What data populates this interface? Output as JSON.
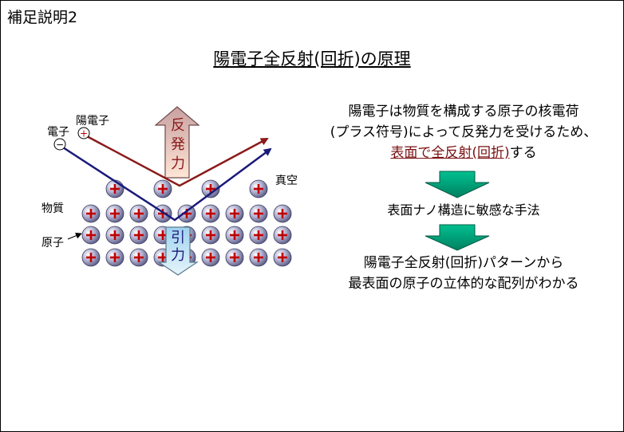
{
  "header": {
    "corner_title": "補足説明2",
    "main_title": "陽電子全反射(回折)の原理"
  },
  "diagram": {
    "positron_label": "陽電子",
    "electron_label": "電子",
    "vacuum_label": "真空",
    "material_label": "物質",
    "atom_label": "原子",
    "repulsion_label": "反発力",
    "attraction_label": "引力",
    "plus_symbol": "+",
    "minus_symbol": "−"
  },
  "explanation": {
    "line1": "陽電子は物質を構成する原子の核電荷",
    "line2": "(プラス符号)によって反発力を受けるため、",
    "line3_highlight": "表面で全反射(回折)",
    "line3_tail": "する",
    "step2": "表面ナノ構造に敏感な手法",
    "step3_line1": "陽電子全反射(回折)パターンから",
    "step3_line2": "最表面の原子の立体的な配列がわかる"
  },
  "colors": {
    "positron_path": "#8b1a1a",
    "electron_path": "#1a1a7a",
    "arrow_fill": "#00a078",
    "atom_plus": "#c00000"
  }
}
